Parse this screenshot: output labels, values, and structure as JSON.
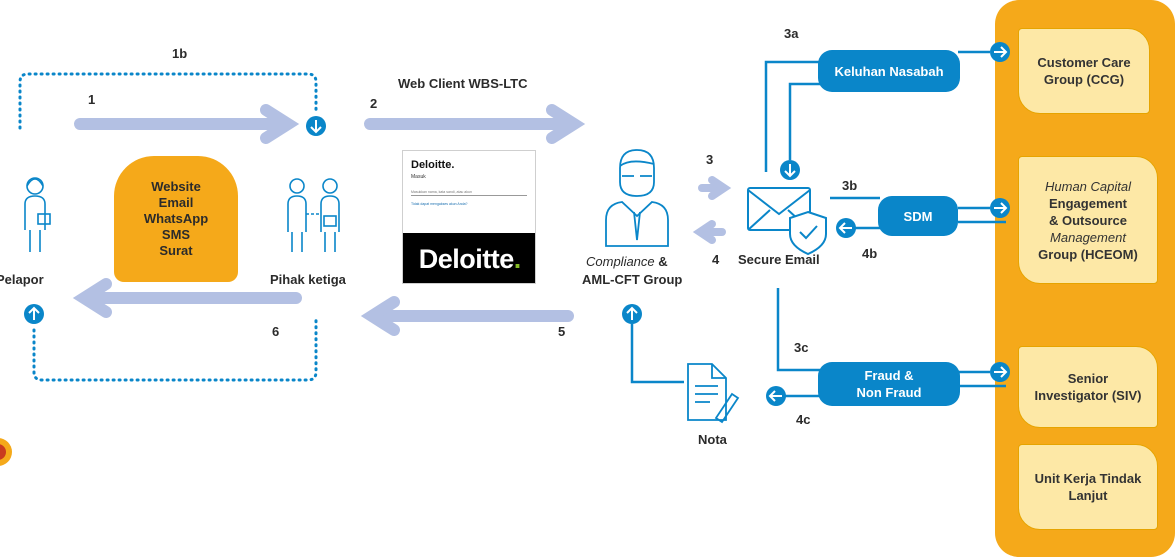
{
  "colors": {
    "arrow_gray": "#b3c0e3",
    "blue": "#0a86c9",
    "orange": "#f5a91a",
    "note_yellow": "#fde8a6"
  },
  "steps": {
    "s1": "1",
    "s1b": "1b",
    "s2": "2",
    "s3": "3",
    "s3a": "3a",
    "s3b": "3b",
    "s3c": "3c",
    "s4": "4",
    "s4b": "4b",
    "s4c": "4c",
    "s5": "5",
    "s6": "6"
  },
  "actors": {
    "reporter": "Pelapor",
    "third_party": "Pihak ketiga",
    "compliance_line1": "Compliance",
    "compliance_line1_suffix": " &",
    "compliance_line2": "AML-CFT Group",
    "secure_email": "Secure Email",
    "memo": "Nota"
  },
  "web_client_label": "Web Client WBS-LTC",
  "channels": [
    "Website",
    "Email",
    "WhatsApp",
    "SMS",
    "Surat"
  ],
  "deloitte": {
    "logo_small": "Deloitte.",
    "subtitle": "Masuk",
    "input_placeholder": "Masukkan nama, kata sandi, atau akun",
    "link_text": "Tidak dapat mengakses akun Anda?",
    "logo_large": "Deloitte",
    "logo_dot": "."
  },
  "routes": {
    "customer_complaint": "Keluhan Nasabah",
    "hr": "SDM",
    "fraud_line1": "Fraud &",
    "fraud_line2": "Non Fraud"
  },
  "units": {
    "ccg_line1": "Customer Care",
    "ccg_line2": "Group (CCG)",
    "hceom_line1": "Human Capital",
    "hceom_line2": "Engagement",
    "hceom_line3_a": "& Outsource",
    "hceom_line4": "Management",
    "hceom_line5": "Group (HCEOM)",
    "siv_line1": "Senior",
    "siv_line2": "Investigator (SIV)",
    "followup_line1": "Unit Kerja Tindak",
    "followup_line2": "Lanjut"
  }
}
